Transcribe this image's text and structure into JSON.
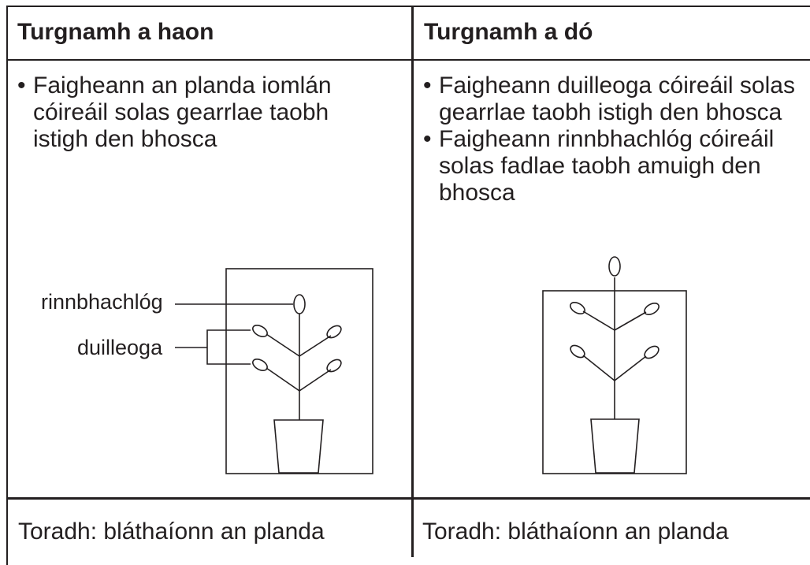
{
  "columns": [
    {
      "header": "Turgnamh a haon",
      "bullets": [
        "Faigheann an planda iomlán cóireáil solas gearrlae taobh istigh den bhosca"
      ],
      "result": "Toradh: bláthaíonn an planda"
    },
    {
      "header": "Turgnamh a dó",
      "bullets": [
        "Faigheann duilleoga cóireáil solas gearrlae taobh istigh den bhosca",
        "Faigheann rinnbhachlóg cóireáil solas fadlae taobh amuigh den bhosca"
      ],
      "result": "Toradh: bláthaíonn an planda"
    }
  ],
  "diagram_labels": {
    "bud": "rinnbhachlóg",
    "leaves": "duilleoga"
  }
}
